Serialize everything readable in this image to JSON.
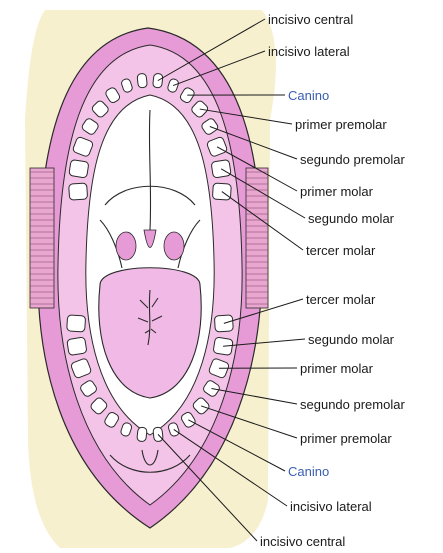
{
  "colors": {
    "background": "#ffffff",
    "skin": "#f6f0cf",
    "lip": "#e79bd6",
    "gum": "#f4c4e8",
    "tongue": "#f1b9e6",
    "cavity": "#ffffff",
    "ink": "#1a1a1a",
    "canine_label": "#3a5fb0"
  },
  "labels": {
    "upper": [
      {
        "id": "u-incisivo-central",
        "text": "incisivo central",
        "blue": false
      },
      {
        "id": "u-incisivo-lateral",
        "text": "incisivo lateral",
        "blue": false
      },
      {
        "id": "u-canino",
        "text": "Canino",
        "blue": true
      },
      {
        "id": "u-primer-premolar",
        "text": "primer premolar",
        "blue": false
      },
      {
        "id": "u-segundo-premolar",
        "text": "segundo premolar",
        "blue": false
      },
      {
        "id": "u-primer-molar",
        "text": "primer molar",
        "blue": false
      },
      {
        "id": "u-segundo-molar",
        "text": "segundo molar",
        "blue": false
      },
      {
        "id": "u-tercer-molar",
        "text": "tercer molar",
        "blue": false
      }
    ],
    "lower": [
      {
        "id": "l-tercer-molar",
        "text": "tercer molar",
        "blue": false
      },
      {
        "id": "l-segundo-molar",
        "text": "segundo molar",
        "blue": false
      },
      {
        "id": "l-primer-molar",
        "text": "primer molar",
        "blue": false
      },
      {
        "id": "l-segundo-premolar",
        "text": "segundo premolar",
        "blue": false
      },
      {
        "id": "l-primer-premolar",
        "text": "primer premolar",
        "blue": false
      },
      {
        "id": "l-canino",
        "text": "Canino",
        "blue": true
      },
      {
        "id": "l-incisivo-lateral",
        "text": "incisivo lateral",
        "blue": false
      },
      {
        "id": "l-incisivo-central",
        "text": "incisivo central",
        "blue": false
      }
    ]
  }
}
